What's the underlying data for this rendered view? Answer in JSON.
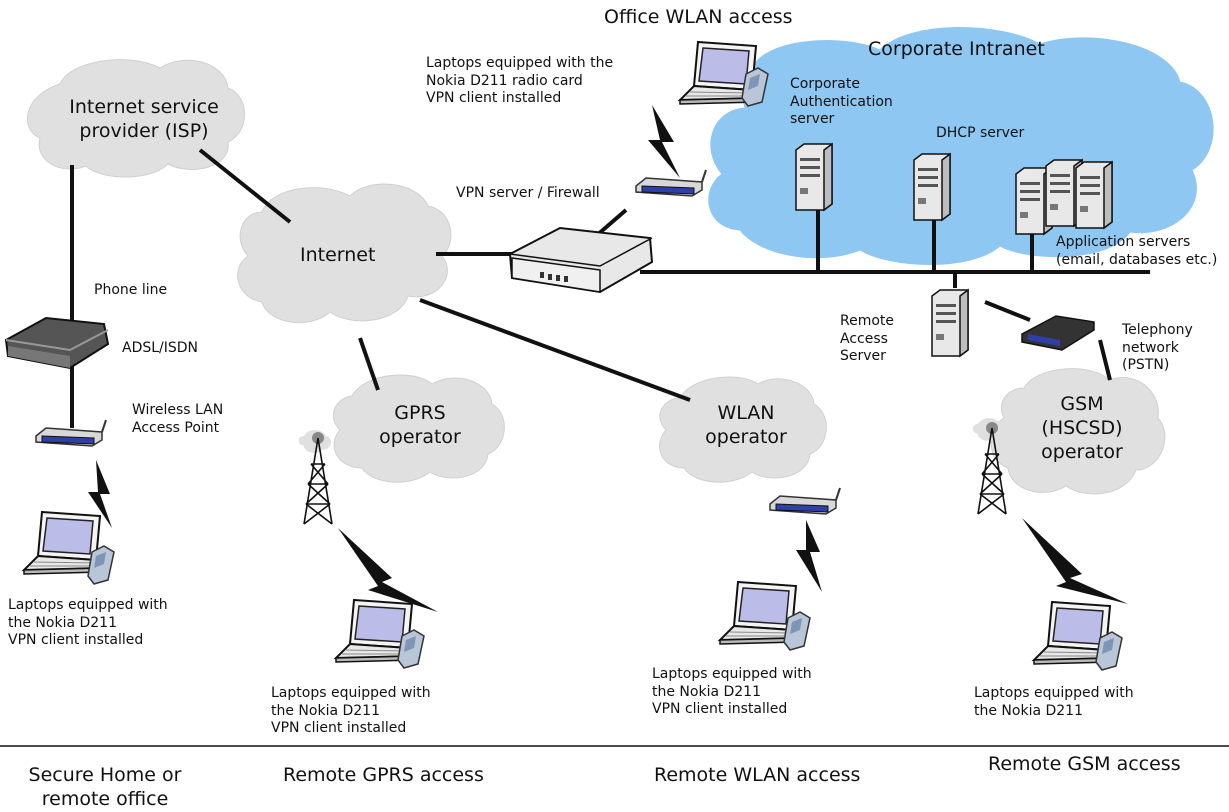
{
  "labels": {
    "office_wlan": "Office WLAN access",
    "corporate_intranet": "Corporate Intranet",
    "isp": "Internet service\nprovider (ISP)",
    "office_laptops": "Laptops equipped with the\nNokia D211 radio card\nVPN client installed",
    "corp_auth": "Corporate\nAuthentication\nserver",
    "dhcp": "DHCP server",
    "vpn_fw": "VPN server / Firewall",
    "internet": "Internet",
    "app_servers": "Application servers\n(email, databases etc.)",
    "phone_line": "Phone line",
    "adsl": "ADSL/ISDN",
    "remote_access": "Remote\nAccess\nServer",
    "telephony": "Telephony\nnetwork\n(PSTN)",
    "wlan_ap": "Wireless LAN\nAccess Point",
    "gprs_op": "GPRS\noperator",
    "wlan_op": "WLAN\noperator",
    "gsm_op": "GSM\n(HSCSD)\noperator",
    "home_laptops": "Laptops equipped with\nthe Nokia D211\nVPN client installed",
    "gprs_laptops": "Laptops equipped with\nthe Nokia D211\nVPN client installed",
    "wlan_laptops": "Laptops equipped with\nthe Nokia D211\nVPN client installed",
    "gsm_laptops": "Laptops equipped with\nthe Nokia D211"
  },
  "footer": {
    "home": "Secure Home or\nremote office",
    "gprs": "Remote GPRS access",
    "wlan": "Remote WLAN access",
    "gsm": "Remote GSM access"
  },
  "colors": {
    "intranet_cloud": "#8ec8f2",
    "grey_cloud": "#e0e0e0",
    "line": "#111111",
    "device_blue": "#2e3fa8",
    "device_grey": "#d8d8d8"
  },
  "icons": [
    "cloud",
    "laptop",
    "mobile-phone",
    "access-point",
    "router",
    "server",
    "radio-tower",
    "lightning-link"
  ]
}
